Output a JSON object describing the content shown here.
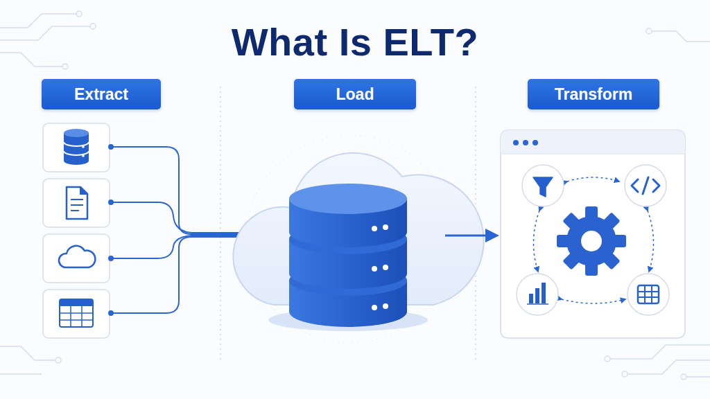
{
  "diagram": {
    "title": "What Is ELT?",
    "nodes": [
      {
        "text": [
          "Extract"
        ]
      },
      {
        "text": [
          "Load"
        ]
      },
      {
        "text": [
          "Transform"
        ]
      }
    ]
  }
}
